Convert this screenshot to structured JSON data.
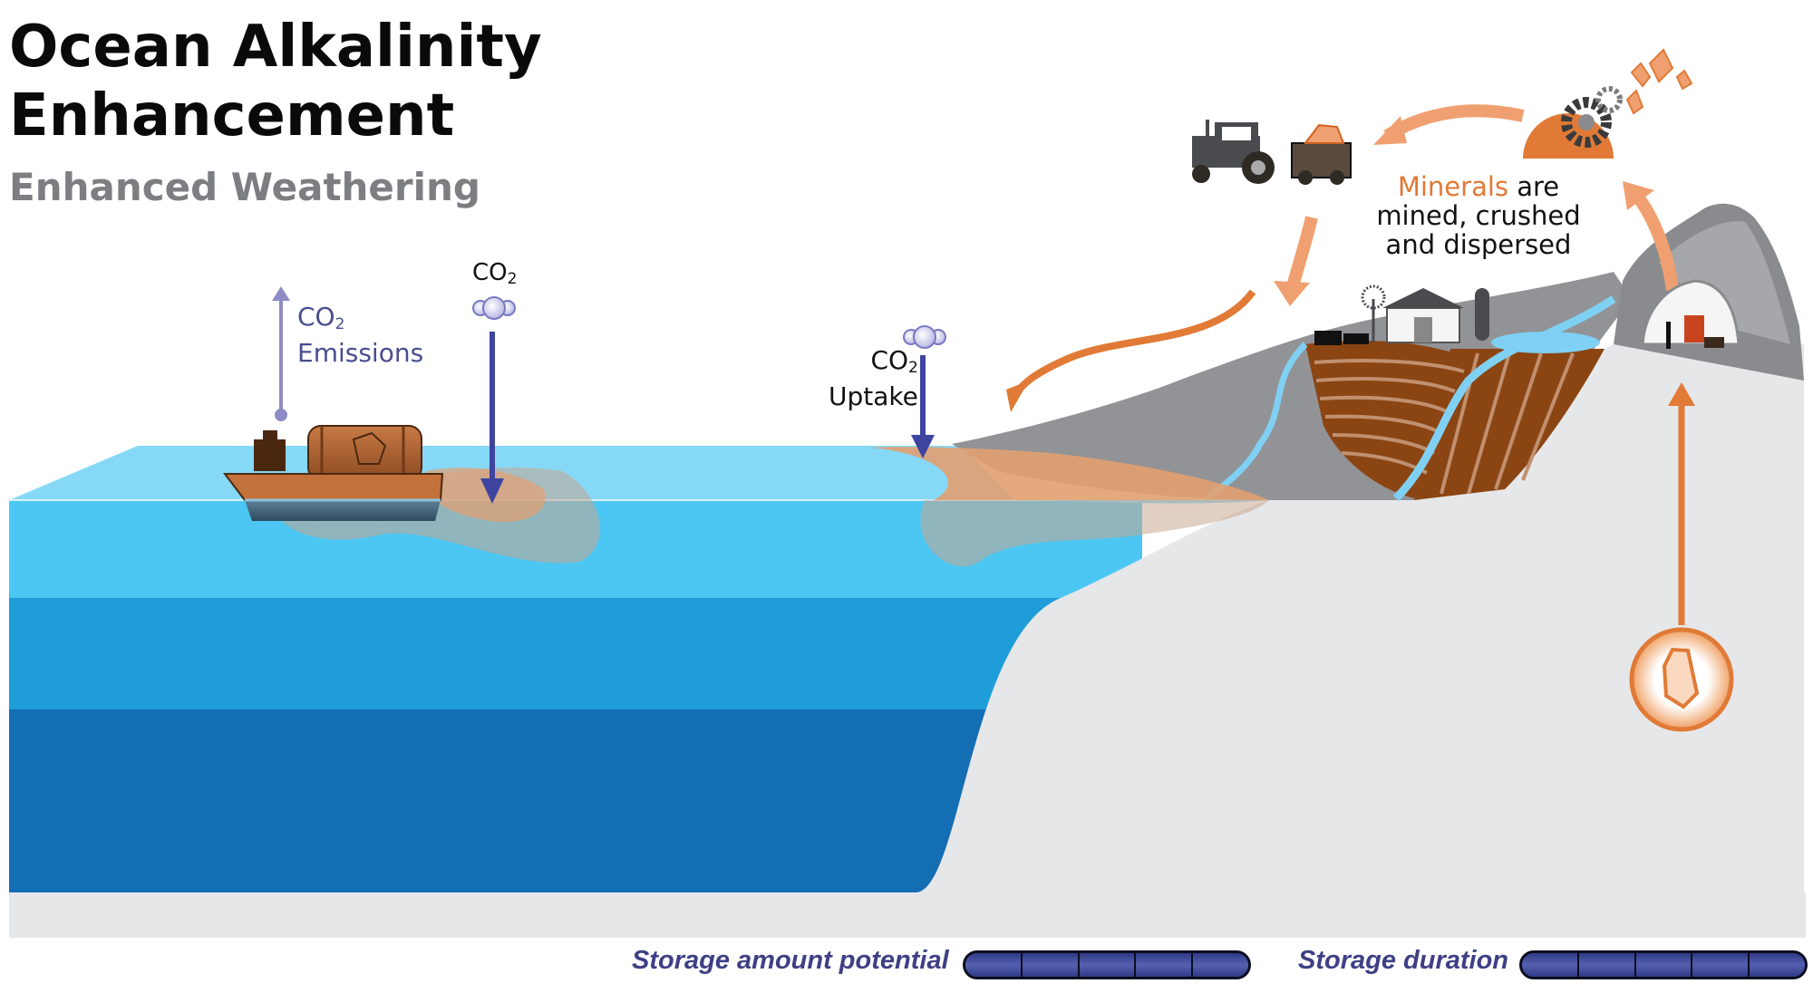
{
  "header": {
    "title_line1": "Ocean Alkalinity",
    "title_line2": "Enhancement",
    "subtitle": "Enhanced Weathering"
  },
  "labels": {
    "emissions_co2": "CO",
    "emissions_sub": "2",
    "emissions_text": "Emissions",
    "co2_top": "CO",
    "co2_top_sub": "2",
    "uptake_co2": "CO",
    "uptake_sub": "2",
    "uptake_text": "Uptake",
    "minerals_highlight": "Minerals",
    "minerals_line1_rest": " are",
    "minerals_line2": "mined, crushed",
    "minerals_line3": "and dispersed"
  },
  "legend": {
    "storage_amount_label": "Storage amount potential",
    "storage_amount_segments": 5,
    "storage_duration_label": "Storage duration",
    "storage_duration_segments": 5
  },
  "colors": {
    "ocean_surface": "#86d8f7",
    "ocean_layer1": "#4cc6f2",
    "ocean_layer2": "#1e9dd9",
    "ocean_layer3": "#146eb4",
    "land": "#e6e7e9",
    "hills": "#929396",
    "mineral_orange": "#e07a36",
    "arrow_blue": "#3f44a0",
    "emissions_arrow": "#8e8cc6"
  },
  "icons": [
    "ship-icon",
    "co2-molecule-icon",
    "tractor-icon",
    "crusher-gear-icon",
    "mine-icon",
    "farm-barn-icon",
    "windmill-icon",
    "silo-icon",
    "crystal-icon"
  ]
}
